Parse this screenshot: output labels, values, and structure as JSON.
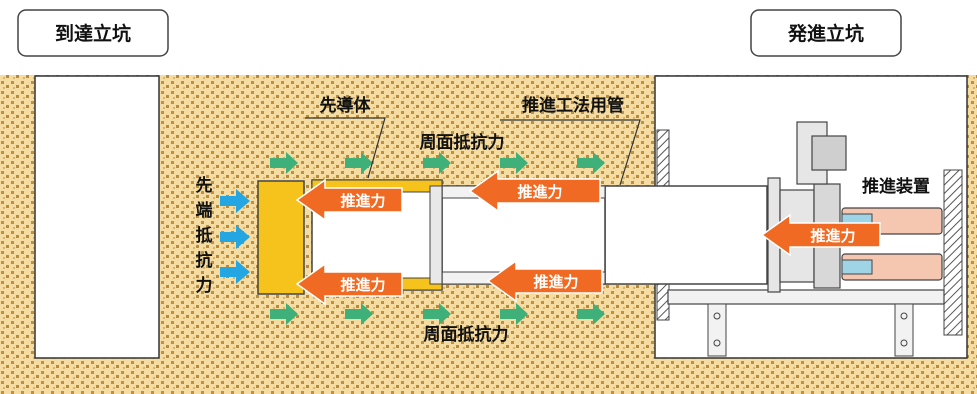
{
  "labels": {
    "arrival_shaft": "到達立坑",
    "launch_shaft": "発進立坑",
    "lead_body": "先導体",
    "jacking_pipe": "推進工法用管",
    "surface_resistance_top": "周面抵抗力",
    "surface_resistance_bottom": "周面抵抗力",
    "tip_resistance": [
      "先",
      "端",
      "抵",
      "抗",
      "力"
    ],
    "jacking_device": "推進装置",
    "thrust": "推進力"
  },
  "colors": {
    "soil": "#f4dca2",
    "soil_dots": "#c09040",
    "lead_body": "#f6c21c",
    "thrust_arrow": "#f06a23",
    "resistance_arrow": "#3fb07a",
    "tip_arrow": "#23a6e2",
    "jack_cylinder": "#f5c6b0"
  },
  "icons": {
    "thrust_arrow": "thick-left-arrow",
    "resistance_arrow": "small-right-arrow",
    "tip_arrow": "small-right-arrow"
  }
}
